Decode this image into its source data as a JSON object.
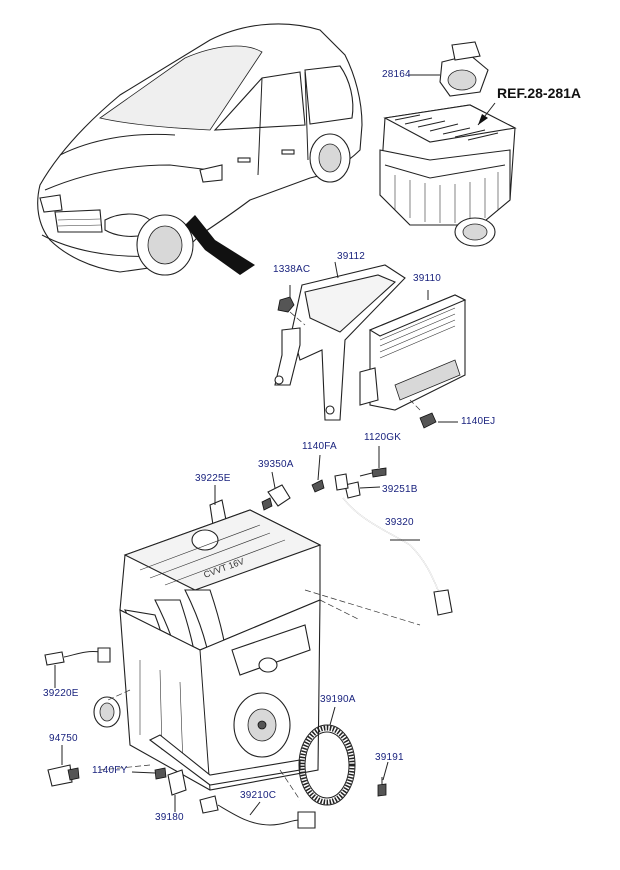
{
  "diagram": {
    "reference": "REF.28-281A",
    "labels": {
      "p28164": "28164",
      "p39112": "39112",
      "p1338AC": "1338AC",
      "p39110": "39110",
      "p1140EJ": "1140EJ",
      "p1120GK": "1120GK",
      "p1140FA": "1140FA",
      "p39350A": "39350A",
      "p39225E": "39225E",
      "p39251B": "39251B",
      "p39320": "39320",
      "p39220E": "39220E",
      "p39190A": "39190A",
      "p94750": "94750",
      "p1140FY": "1140FY",
      "p39191": "39191",
      "p39210C": "39210C",
      "p39180": "39180"
    }
  }
}
